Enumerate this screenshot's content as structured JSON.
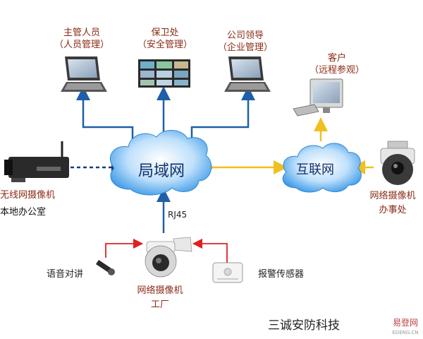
{
  "nodes": {
    "supervisor": {
      "title": "主管人员",
      "sub": "（人员管理）"
    },
    "security": {
      "title": "保卫处",
      "sub": "（安全管理）"
    },
    "leader": {
      "title": "公司领导",
      "sub": "（企业管理）"
    },
    "client": {
      "title": "客户",
      "sub": "（远程参观）"
    },
    "lan": {
      "title": "局域网"
    },
    "internet": {
      "title": "互联网"
    },
    "wireless_cam": {
      "title": "无线网摄像机",
      "sub": "本地办公室"
    },
    "office_cam": {
      "title": "网络摄像机",
      "sub": "办事处"
    },
    "factory_cam": {
      "title": "网络摄像机",
      "sub": "工厂"
    },
    "intercom": {
      "title": "语音对讲"
    },
    "alarm": {
      "title": "报警传感器"
    }
  },
  "link_label": "RJ45",
  "company": "三诚安防科技",
  "watermark": {
    "main": "易登网",
    "sub": "EDENG.CN"
  },
  "colors": {
    "cloud": "#4aa3e8",
    "link_blue": "#1f5fa8",
    "link_yellow": "#f0c020",
    "link_red": "#e02020"
  }
}
